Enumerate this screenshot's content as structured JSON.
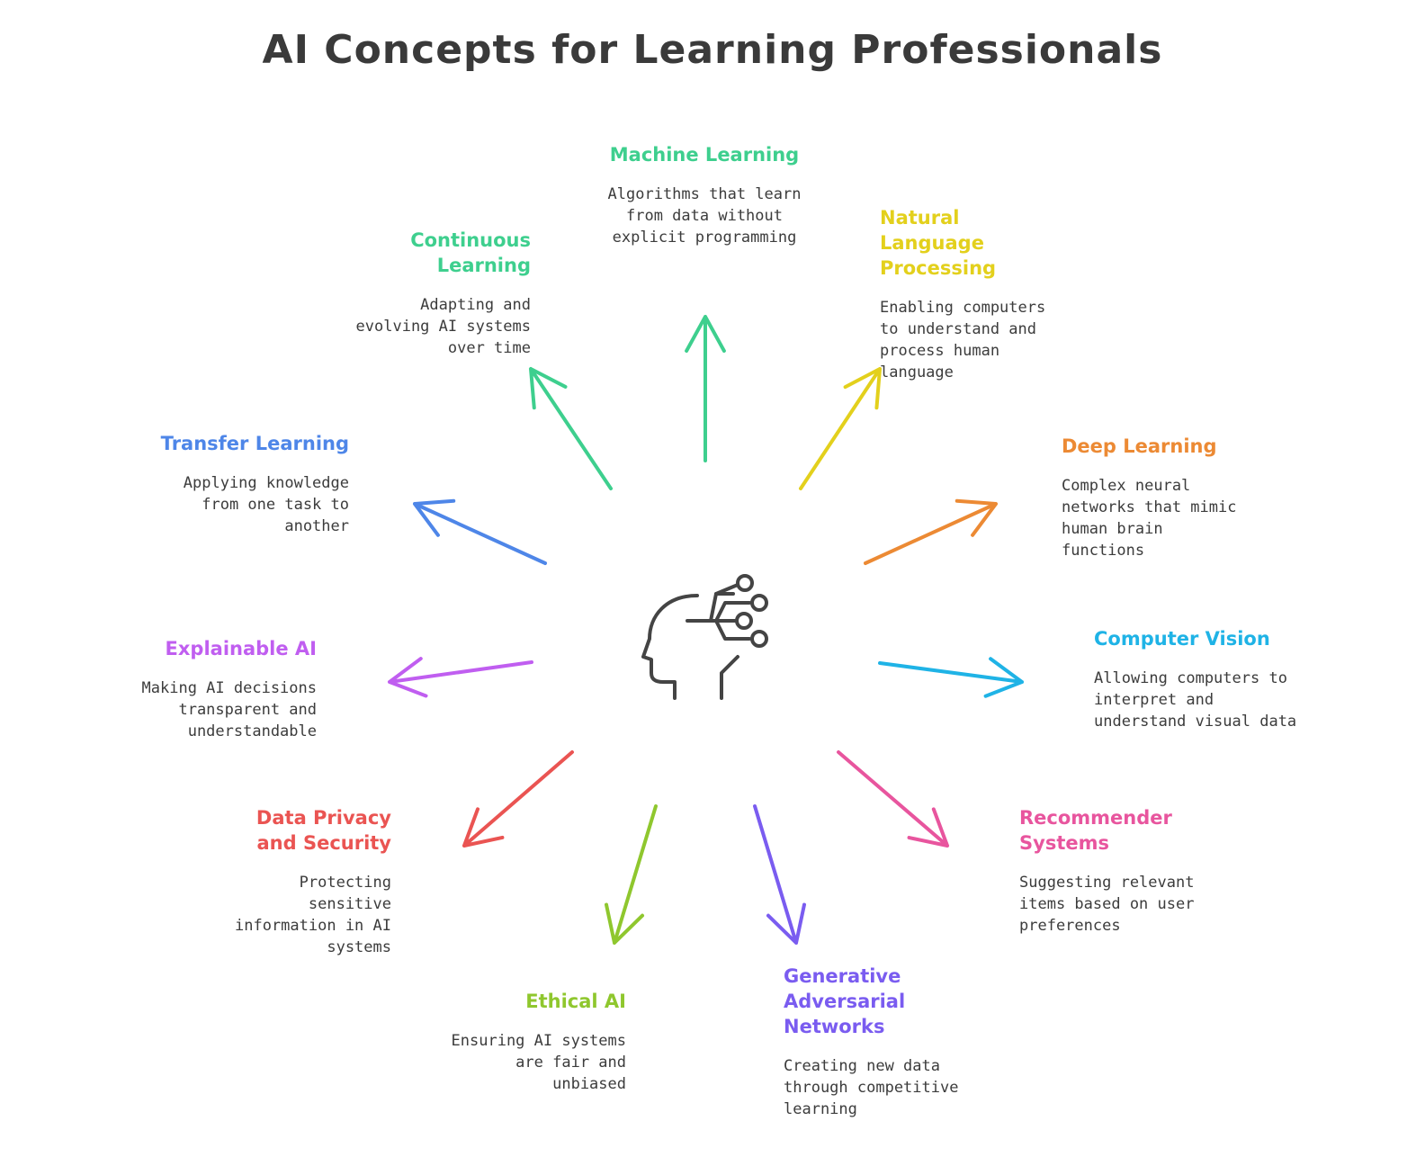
{
  "title": "AI Concepts for Learning Professionals",
  "center_icon": "ai-head-circuit-icon",
  "concepts": [
    {
      "title": "Machine Learning",
      "description": "Algorithms that learn from data without explicit programming",
      "color": "#3ecf8e"
    },
    {
      "title": "Natural Language Processing",
      "description": "Enabling computers to understand and process human language",
      "color": "#e3d01c"
    },
    {
      "title": "Deep Learning",
      "description": "Complex neural networks that mimic human brain functions",
      "color": "#ec8a34"
    },
    {
      "title": "Computer Vision",
      "description": "Allowing computers to interpret and understand visual data",
      "color": "#1fb3e6"
    },
    {
      "title": "Recommender Systems",
      "description": "Suggesting relevant items based on user preferences",
      "color": "#e8559e"
    },
    {
      "title": "Generative Adversarial Networks",
      "description": "Creating new data through competitive learning",
      "color": "#7a5cf0"
    },
    {
      "title": "Ethical AI",
      "description": "Ensuring AI systems are fair and unbiased",
      "color": "#8fc72e"
    },
    {
      "title": "Data Privacy and Security",
      "description": "Protecting sensitive information in AI systems",
      "color": "#ea5452"
    },
    {
      "title": "Explainable AI",
      "description": "Making AI decisions transparent and understandable",
      "color": "#c05ef0"
    },
    {
      "title": "Transfer Learning",
      "description": "Applying knowledge from one task to another",
      "color": "#4e86e8"
    },
    {
      "title": "Continuous Learning",
      "description": "Adapting and evolving AI systems over time",
      "color": "#3ecf8e"
    }
  ]
}
